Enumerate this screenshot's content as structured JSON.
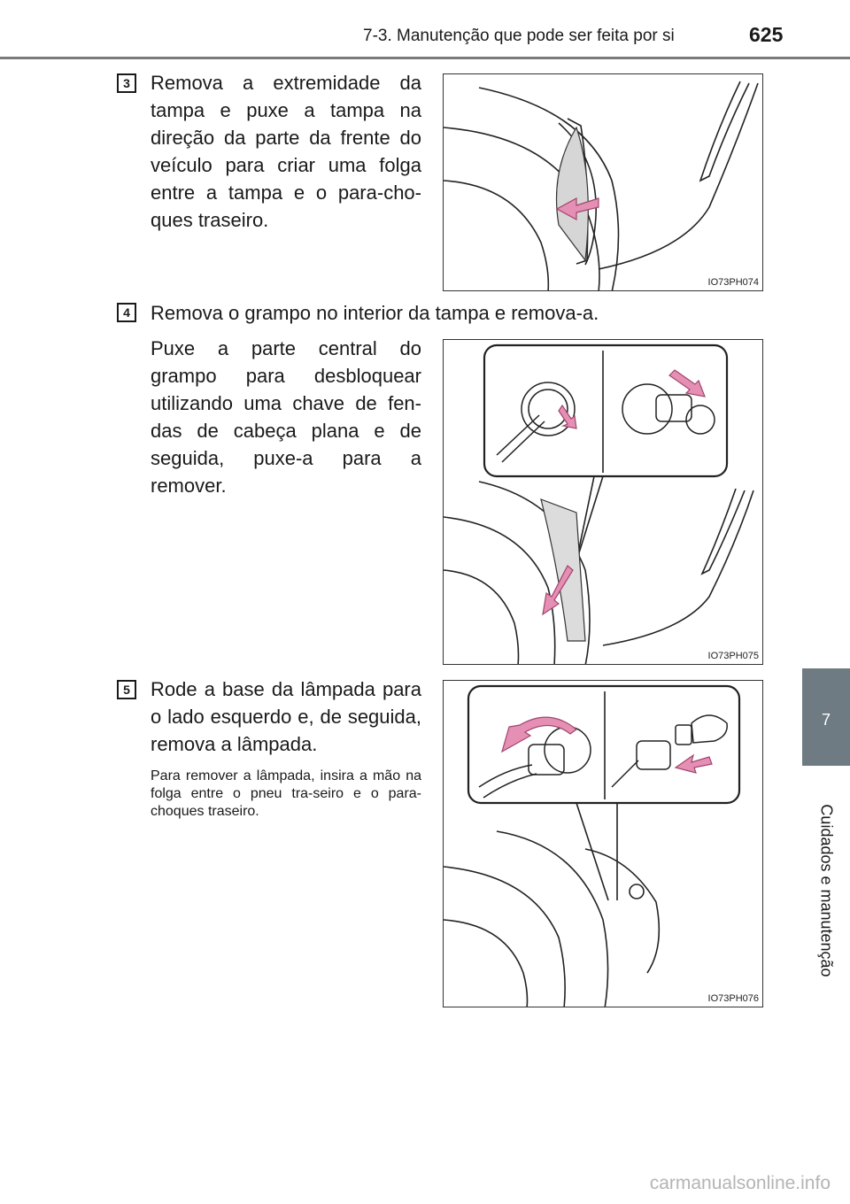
{
  "header": {
    "section_title": "7-3. Manutenção que pode ser feita por si",
    "page_number": "625"
  },
  "side_tab": {
    "chapter_number": "7",
    "chapter_title": "Cuidados e manutenção"
  },
  "steps": [
    {
      "number": "3",
      "text": "Remova a extremidade da tampa e puxe a tampa na direção da parte da frente do veículo para criar uma folga entre a tampa e o para-cho-ques traseiro.",
      "figure_code": "IO73PH074"
    },
    {
      "number": "4",
      "text": "Remova o grampo no interior da tampa e remova-a.",
      "subtext": "Puxe a parte central do grampo para desbloquear utilizando uma chave de fen-das de cabeça plana e de seguida, puxe-a para a remover.",
      "figure_code": "IO73PH075"
    },
    {
      "number": "5",
      "text": "Rode a base da lâmpada para o lado esquerdo e, de seguida, remova a lâmpada.",
      "note": "Para remover a lâmpada, insira a mão na folga entre o pneu tra-seiro e o para-choques traseiro.",
      "figure_code": "IO73PH076"
    }
  ],
  "colors": {
    "arrow_pink": "#e58fb4",
    "side_tab": "#6e7b82",
    "rule": "#7a7a7a"
  },
  "watermark": "carmanualsonline.info"
}
